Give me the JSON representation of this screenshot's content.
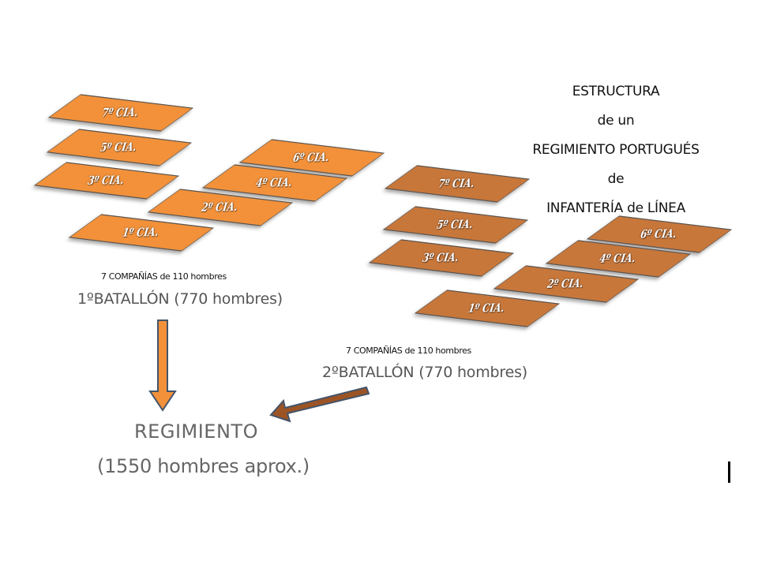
{
  "title": {
    "line1": "ESTRUCTURA",
    "line2": "de un",
    "line3": "REGIMIENTO PORTUGUÉS",
    "line4": "de",
    "line5": "INFANTERÍA de LÍNEA"
  },
  "battalion1": {
    "companies": [
      "7º CIA.",
      "5º CIA.",
      "3º CIA.",
      "6º CIA.",
      "4º CIA.",
      "2º CIA.",
      "1º CIA."
    ],
    "caption": "7 COMPAÑÍAS  de 110 hombres",
    "name": "1ºBATALLÓN (770 hombres)",
    "color": "#f2913a"
  },
  "battalion2": {
    "companies": [
      "7º CIA.",
      "5º CIA.",
      "3º CIA.",
      "6º CIA.",
      "4º CIA.",
      "2º CIA.",
      "1º CIA."
    ],
    "caption": "7 COMPAÑÍAS  de 110 hombres",
    "name": "2ºBATALLÓN (770 hombres)",
    "color": "#c8773a"
  },
  "regiment": {
    "name": "REGIMIENTO",
    "size": "(1550 hombres aprox.)"
  }
}
